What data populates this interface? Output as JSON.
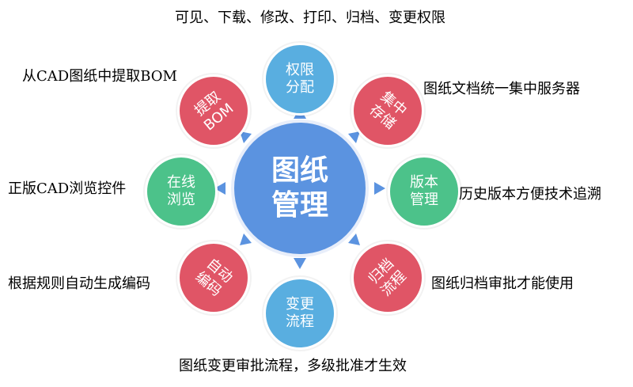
{
  "center": {
    "label": "图纸\n管理"
  },
  "nodes": [
    {
      "id": "permission",
      "label": "权限\n分配",
      "caption": "可见、下载、修改、打印、归档、变更权限",
      "color": "#59aee0"
    },
    {
      "id": "centralize",
      "label": "集中\n存储",
      "caption": "图纸文档统一集中服务器",
      "color": "#e05566"
    },
    {
      "id": "version",
      "label": "版本\n管理",
      "caption": "历史版本方便技术追溯",
      "color": "#4cc28a"
    },
    {
      "id": "archive",
      "label": "归档\n流程",
      "caption": "图纸归档审批才能使用",
      "color": "#e05566"
    },
    {
      "id": "change",
      "label": "变更\n流程",
      "caption": "图纸变更审批流程，多级批准才生效",
      "color": "#59aee0"
    },
    {
      "id": "autocode",
      "label": "自动\n编码",
      "caption": "根据规则自动生成编码",
      "color": "#e05566"
    },
    {
      "id": "online",
      "label": "在线\n浏览",
      "caption": "正版CAD浏览控件",
      "color": "#4cc28a"
    },
    {
      "id": "bom",
      "label": "提取\nBOM",
      "caption": "从CAD图纸中提取BOM",
      "color": "#e05566"
    }
  ]
}
